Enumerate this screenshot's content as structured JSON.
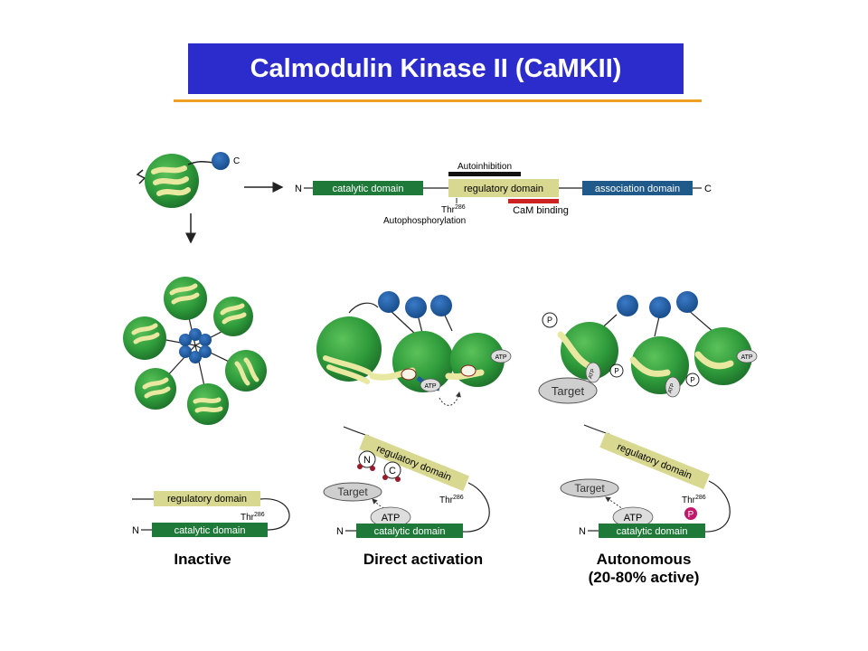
{
  "title": "Calmodulin Kinase II (CaMKII)",
  "colors": {
    "title_bg": "#2c2ccc",
    "title_rule": "#f0a020",
    "catalytic": "#1f7a3a",
    "regulatory": "#d8d890",
    "association": "#1f5a8a",
    "autoinhibition": "#111111",
    "cam_binding": "#cc2222",
    "subunit_green": "#2e9a3a",
    "hub_blue": "#1f5a9a",
    "phospho": "#c0186a"
  },
  "domain_map": {
    "n_terminal": "N",
    "c_terminal": "C",
    "catalytic": "catalytic domain",
    "regulatory": "regulatory domain",
    "association": "association domain",
    "autoinhibition": "Autoinhibition",
    "cam_binding": "CaM binding",
    "thr": "Thr",
    "thr_sup": "286",
    "autophosphorylation": "Autophosphorylation"
  },
  "monomer": {
    "c_label": "C"
  },
  "holoenzyme": {
    "atp": "ATP",
    "target": "Target",
    "p": "P"
  },
  "schemes": {
    "inactive": {
      "regulatory": "regulatory domain",
      "catalytic": "catalytic domain",
      "n": "N",
      "thr": "Thr",
      "thr_sup": "286",
      "caption": "Inactive"
    },
    "direct": {
      "regulatory": "regulatory domain",
      "catalytic": "catalytic domain",
      "n": "N",
      "thr": "Thr",
      "thr_sup": "286",
      "target": "Target",
      "atp": "ATP",
      "cam_n": "N",
      "cam_c": "C",
      "caption": "Direct activation"
    },
    "autonomous": {
      "regulatory": "regulatory domain",
      "catalytic": "catalytic domain",
      "n": "N",
      "thr": "Thr",
      "thr_sup": "286",
      "target": "Target",
      "atp": "ATP",
      "p": "P",
      "caption_line1": "Autonomous",
      "caption_line2": "(20-80% active)"
    }
  }
}
